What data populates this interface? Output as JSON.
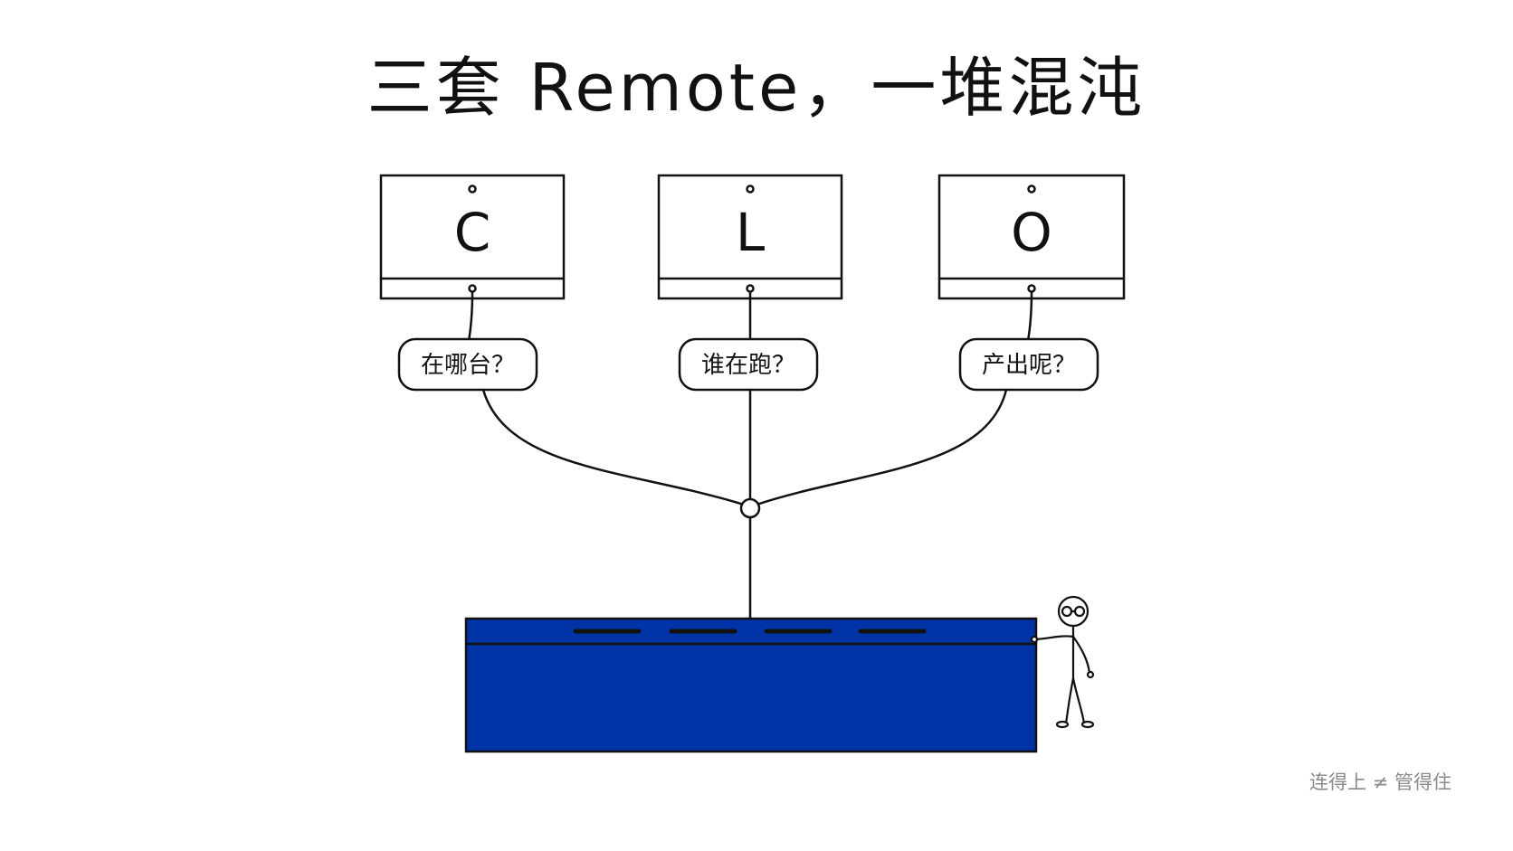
{
  "title": "三套 Remote，一堆混沌",
  "monitors": [
    {
      "letter": "C",
      "question": "在哪台？"
    },
    {
      "letter": "L",
      "question": "谁在跑？"
    },
    {
      "letter": "O",
      "question": "产出呢？"
    }
  ],
  "caption": "连得上 ≠ 管得住",
  "colors": {
    "ink": "#111111",
    "keyboard_fill": "#0033a6",
    "caption": "#8a8a8a"
  }
}
